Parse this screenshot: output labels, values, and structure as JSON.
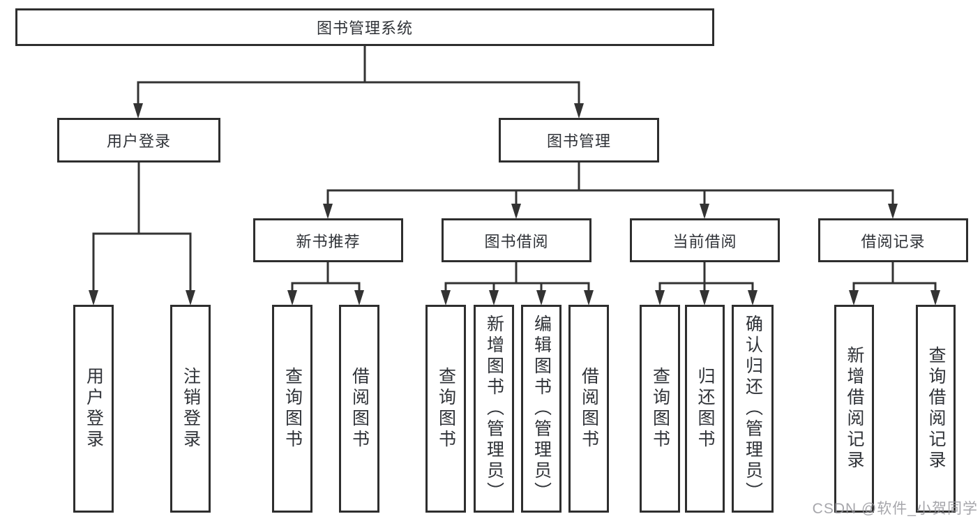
{
  "tree": {
    "root": {
      "label": "图书管理系统"
    },
    "children": [
      {
        "label": "用户登录",
        "children": [
          {
            "label": "用户登录"
          },
          {
            "label": "注销登录"
          }
        ]
      },
      {
        "label": "图书管理",
        "children": [
          {
            "label": "新书推荐",
            "children": [
              {
                "label": "查询图书"
              },
              {
                "label": "借阅图书"
              }
            ]
          },
          {
            "label": "图书借阅",
            "children": [
              {
                "label": "查询图书"
              },
              {
                "label": "新增图书（管理员）"
              },
              {
                "label": "编辑图书（管理员）"
              },
              {
                "label": "借阅图书"
              }
            ]
          },
          {
            "label": "当前借阅",
            "children": [
              {
                "label": "查询图书"
              },
              {
                "label": "归还图书"
              },
              {
                "label": "确认归还（管理员）"
              }
            ]
          },
          {
            "label": "借阅记录",
            "children": [
              {
                "label": "新增借阅记录"
              },
              {
                "label": "查询借阅记录"
              }
            ]
          }
        ]
      }
    ]
  },
  "watermark": "CSDN @软件_小贺同学",
  "colors": {
    "line": "#333333",
    "box_border": "#2e2e2e",
    "text": "#2f3237",
    "watermark": "#96969c",
    "background": "#ffffff"
  }
}
